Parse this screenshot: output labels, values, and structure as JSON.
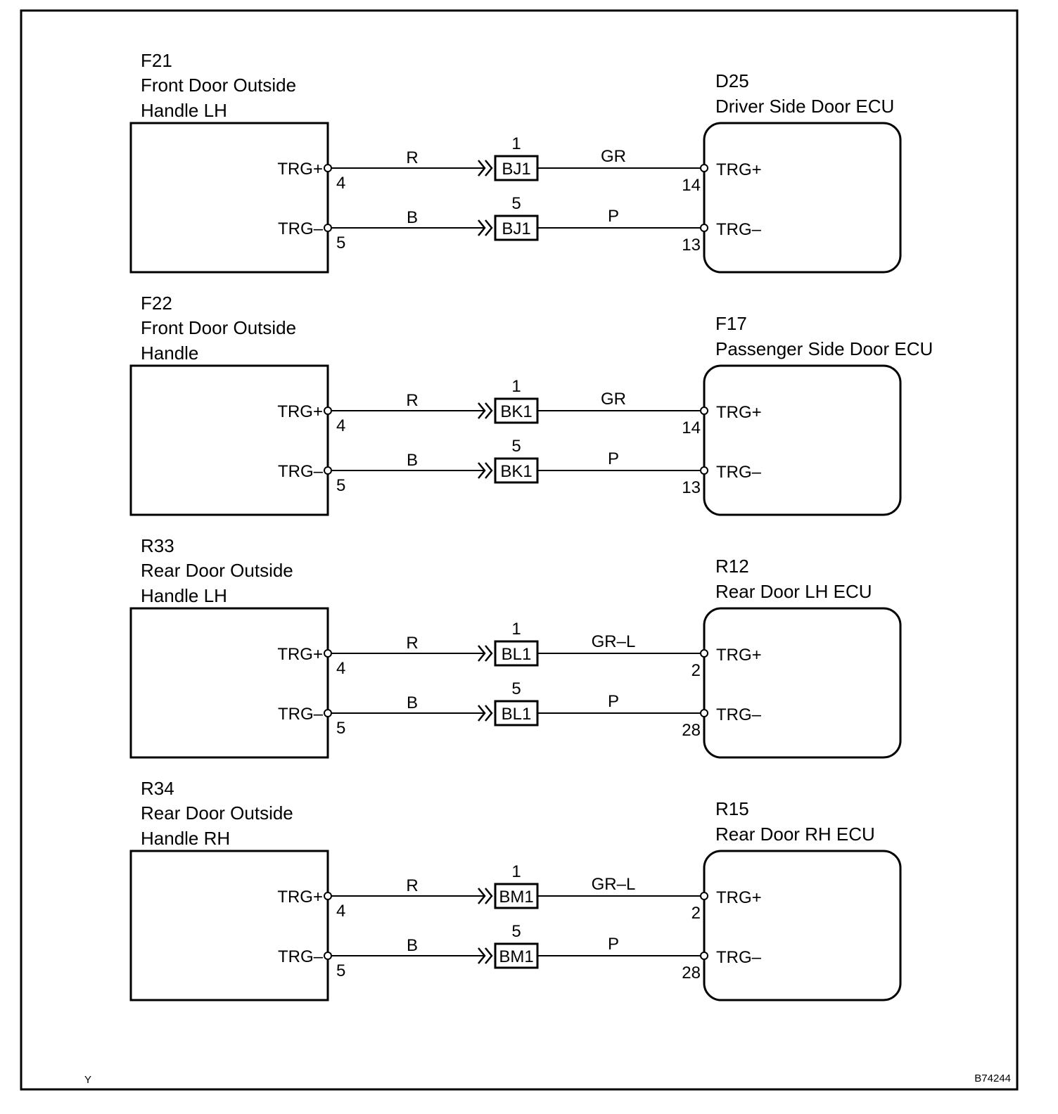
{
  "circuits": [
    {
      "left": {
        "code": "F21",
        "name_lines": [
          "Front Door Outside",
          "Handle LH"
        ]
      },
      "right": {
        "code": "D25",
        "name": "Driver Side Door ECU"
      },
      "rows": [
        {
          "left_signal": "TRG+",
          "left_pin": "4",
          "wire_left": "R",
          "conn_pin": "1",
          "conn": "BJ1",
          "wire_right": "GR",
          "right_pin": "14",
          "right_signal": "TRG+"
        },
        {
          "left_signal": "TRG–",
          "left_pin": "5",
          "wire_left": "B",
          "conn_pin": "5",
          "conn": "BJ1",
          "wire_right": "P",
          "right_pin": "13",
          "right_signal": "TRG–"
        }
      ]
    },
    {
      "left": {
        "code": "F22",
        "name_lines": [
          "Front Door Outside",
          "Handle"
        ]
      },
      "right": {
        "code": "F17",
        "name": "Passenger Side Door ECU"
      },
      "rows": [
        {
          "left_signal": "TRG+",
          "left_pin": "4",
          "wire_left": "R",
          "conn_pin": "1",
          "conn": "BK1",
          "wire_right": "GR",
          "right_pin": "14",
          "right_signal": "TRG+"
        },
        {
          "left_signal": "TRG–",
          "left_pin": "5",
          "wire_left": "B",
          "conn_pin": "5",
          "conn": "BK1",
          "wire_right": "P",
          "right_pin": "13",
          "right_signal": "TRG–"
        }
      ]
    },
    {
      "left": {
        "code": "R33",
        "name_lines": [
          "Rear  Door  Outside",
          "Handle LH"
        ]
      },
      "right": {
        "code": "R12",
        "name": "Rear Door LH ECU"
      },
      "rows": [
        {
          "left_signal": "TRG+",
          "left_pin": "4",
          "wire_left": "R",
          "conn_pin": "1",
          "conn": "BL1",
          "wire_right": "GR–L",
          "right_pin": "2",
          "right_signal": "TRG+"
        },
        {
          "left_signal": "TRG–",
          "left_pin": "5",
          "wire_left": "B",
          "conn_pin": "5",
          "conn": "BL1",
          "wire_right": "P",
          "right_pin": "28",
          "right_signal": "TRG–"
        }
      ]
    },
    {
      "left": {
        "code": "R34",
        "name_lines": [
          "Rear  Door  Outside",
          "Handle RH"
        ]
      },
      "right": {
        "code": "R15",
        "name": "Rear Door RH ECU"
      },
      "rows": [
        {
          "left_signal": "TRG+",
          "left_pin": "4",
          "wire_left": "R",
          "conn_pin": "1",
          "conn": "BM1",
          "wire_right": "GR–L",
          "right_pin": "2",
          "right_signal": "TRG+"
        },
        {
          "left_signal": "TRG–",
          "left_pin": "5",
          "wire_left": "B",
          "conn_pin": "5",
          "conn": "BM1",
          "wire_right": "P",
          "right_pin": "28",
          "right_signal": "TRG–"
        }
      ]
    }
  ],
  "footer": {
    "left_mark": "Y",
    "figure_id": "B74244"
  }
}
